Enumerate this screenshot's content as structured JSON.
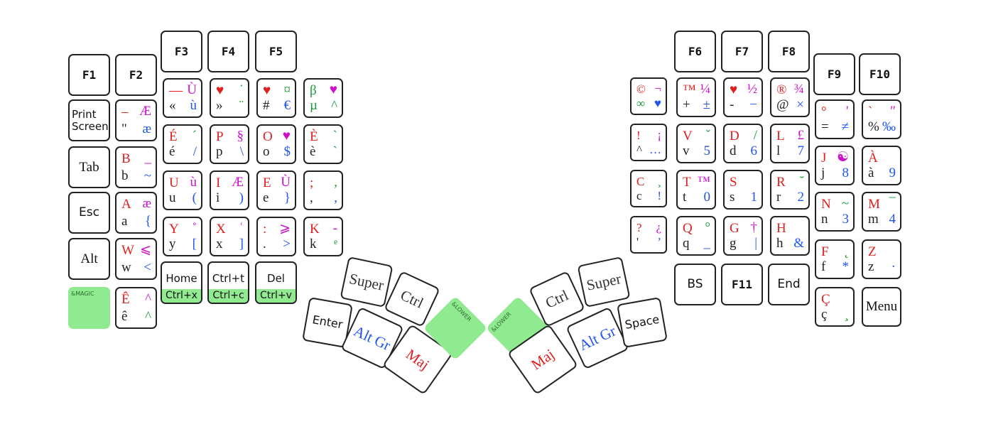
{
  "keys": [
    {
      "id": "f1",
      "kind": "label",
      "style": "mono",
      "label": "F1"
    },
    {
      "id": "f2",
      "kind": "label",
      "style": "mono",
      "label": "F2"
    },
    {
      "id": "f3",
      "kind": "label",
      "style": "mono",
      "label": "F3"
    },
    {
      "id": "f4",
      "kind": "label",
      "style": "mono",
      "label": "F4"
    },
    {
      "id": "f5",
      "kind": "label",
      "style": "mono",
      "label": "F5"
    },
    {
      "id": "print-screen",
      "kind": "label",
      "style": "sans",
      "label": "Print Screen"
    },
    {
      "id": "tab",
      "kind": "label",
      "style": "serif",
      "label": "Tab"
    },
    {
      "id": "esc",
      "kind": "label",
      "style": "sans",
      "label": "Esc"
    },
    {
      "id": "alt",
      "kind": "label",
      "style": "serif",
      "label": "Alt"
    },
    {
      "id": "magic",
      "kind": "green",
      "label": "&MAGIC"
    },
    {
      "id": "key-ae",
      "kind": "chars",
      "size": "lg",
      "tl": "–",
      "tl_c": "red",
      "tr": "Æ",
      "tr_c": "mag",
      "bl": "\"",
      "bl_c": "blk",
      "br": "æ",
      "br_c": "blu"
    },
    {
      "id": "key-b",
      "kind": "chars",
      "size": "lg",
      "tl": "B",
      "tl_c": "red",
      "tr": "_",
      "tr_c": "mag",
      "bl": "b",
      "bl_c": "blk",
      "br": "~",
      "br_c": "blu"
    },
    {
      "id": "key-a",
      "kind": "chars",
      "size": "lg",
      "tl": "A",
      "tl_c": "red",
      "tr": "æ",
      "tr_c": "mag",
      "bl": "a",
      "bl_c": "blk",
      "br": "{",
      "br_c": "blu"
    },
    {
      "id": "key-w",
      "kind": "chars",
      "size": "lg",
      "tl": "W",
      "tl_c": "red",
      "tr": "⩽",
      "tr_c": "mag",
      "bl": "w",
      "bl_c": "blk",
      "br": "<",
      "br_c": "blu"
    },
    {
      "id": "key-ecirc",
      "kind": "chars",
      "size": "lg",
      "tl": "Ê",
      "tl_c": "red",
      "tr": "^",
      "tr_c": "mag",
      "bl": "ê",
      "bl_c": "blk",
      "br": "^",
      "br_c": "grn"
    },
    {
      "id": "key-ugrave",
      "kind": "chars",
      "size": "lg",
      "tl": "—",
      "tl_c": "red",
      "tr": "Ù",
      "tr_c": "mag",
      "bl": "«",
      "bl_c": "blk",
      "br": "ù",
      "br_c": "blu"
    },
    {
      "id": "key-eacute",
      "kind": "chars",
      "size": "lg",
      "tl": "É",
      "tl_c": "red",
      "tr": "ˊ",
      "tr_c": "grn",
      "bl": "é",
      "bl_c": "blk",
      "br": "/",
      "br_c": "blu"
    },
    {
      "id": "key-u",
      "kind": "chars",
      "size": "lg",
      "tl": "U",
      "tl_c": "red",
      "tr": "ù",
      "tr_c": "mag",
      "bl": "u",
      "bl_c": "blk",
      "br": "(",
      "br_c": "blu"
    },
    {
      "id": "key-y",
      "kind": "chars",
      "size": "lg",
      "tl": "Y",
      "tl_c": "red",
      "tr": "˚",
      "tr_c": "mag",
      "bl": "y",
      "bl_c": "blk",
      "br": "[",
      "br_c": "blu"
    },
    {
      "id": "home",
      "kind": "combo",
      "top": "Home",
      "bot": "Ctrl+x"
    },
    {
      "id": "key-heart",
      "kind": "chars",
      "size": "lg",
      "tl": "♥",
      "tl_c": "red",
      "tr": "˙",
      "tr_c": "grn",
      "bl": "»",
      "bl_c": "blk",
      "br": "¨",
      "br_c": "grn"
    },
    {
      "id": "key-p",
      "kind": "chars",
      "size": "lg",
      "tl": "P",
      "tl_c": "red",
      "tr": "§",
      "tr_c": "mag",
      "bl": "p",
      "bl_c": "blk",
      "br": "\\",
      "br_c": "blu"
    },
    {
      "id": "key-i",
      "kind": "chars",
      "size": "lg",
      "tl": "I",
      "tl_c": "red",
      "tr": "Æ",
      "tr_c": "mag",
      "bl": "i",
      "bl_c": "blk",
      "br": ")",
      "br_c": "blu"
    },
    {
      "id": "key-x",
      "kind": "chars",
      "size": "lg",
      "tl": "X",
      "tl_c": "red",
      "tr": "ʿ",
      "tr_c": "mag",
      "bl": "x",
      "bl_c": "blk",
      "br": "]",
      "br_c": "blu"
    },
    {
      "id": "ctrl-t",
      "kind": "combo",
      "top": "Ctrl+t",
      "bot": "Ctrl+c"
    },
    {
      "id": "key-euro",
      "kind": "chars",
      "size": "lg",
      "tl": "♥",
      "tl_c": "red",
      "tr": "¤",
      "tr_c": "grn",
      "bl": "#",
      "bl_c": "blk",
      "br": "€",
      "br_c": "blu"
    },
    {
      "id": "key-o",
      "kind": "chars",
      "size": "lg",
      "tl": "O",
      "tl_c": "red",
      "tr": "♥",
      "tr_c": "mag",
      "bl": "o",
      "bl_c": "blk",
      "br": "$",
      "br_c": "blu"
    },
    {
      "id": "key-e",
      "kind": "chars",
      "size": "lg",
      "tl": "E",
      "tl_c": "red",
      "tr": "Ù",
      "tr_c": "mag",
      "bl": "e",
      "bl_c": "blk",
      "br": "}",
      "br_c": "blu"
    },
    {
      "id": "key-colon",
      "kind": "chars",
      "size": "lg",
      "tl": ":",
      "tl_c": "red",
      "tr": "⩾",
      "tr_c": "mag",
      "bl": ".",
      "bl_c": "blk",
      "br": ">",
      "br_c": "blu"
    },
    {
      "id": "del",
      "kind": "combo",
      "top": "Del",
      "bot": "Ctrl+v"
    },
    {
      "id": "key-beta",
      "kind": "chars",
      "size": "lg",
      "tl": "β",
      "tl_c": "grn",
      "tr": "♥",
      "tr_c": "mag",
      "bl": "µ",
      "bl_c": "grn",
      "br": "^",
      "br_c": "grn"
    },
    {
      "id": "key-egrave",
      "kind": "chars",
      "size": "lg",
      "tl": "È",
      "tl_c": "red",
      "tr": "`",
      "tr_c": "grn",
      "bl": "è",
      "bl_c": "blk",
      "br": "`",
      "br_c": "grn"
    },
    {
      "id": "key-semicolon",
      "kind": "chars",
      "size": "lg",
      "tl": ";",
      "tl_c": "red",
      "tr": ",",
      "tr_c": "grn",
      "bl": ",",
      "bl_c": "blk",
      "br": ",",
      "br_c": "blu"
    },
    {
      "id": "key-k",
      "kind": "chars",
      "size": "lg",
      "tl": "K",
      "tl_c": "red",
      "tr": "-",
      "tr_c": "mag",
      "bl": "k",
      "bl_c": "blk",
      "br": "ᵉ",
      "br_c": "grn"
    },
    {
      "id": "super-left",
      "kind": "thumb",
      "style": "serif",
      "label": "Super",
      "color": "#333333"
    },
    {
      "id": "ctrl-left",
      "kind": "thumb",
      "style": "serif",
      "label": "Ctrl",
      "color": "#333333"
    },
    {
      "id": "enter",
      "kind": "thumb",
      "style": "sans",
      "label": "Enter",
      "color": "#111111"
    },
    {
      "id": "altgr-left",
      "kind": "thumb",
      "style": "serif",
      "label": "Alt Gr",
      "color": "#2255ee"
    },
    {
      "id": "maj-left",
      "kind": "thumb",
      "style": "serif",
      "label": "Maj",
      "color": "#e02020"
    },
    {
      "id": "lower-left",
      "kind": "green",
      "label": "&LOWER"
    },
    {
      "id": "lower-right",
      "kind": "green",
      "label": "&LOWER"
    },
    {
      "id": "ctrl-right",
      "kind": "thumb",
      "style": "serif",
      "label": "Ctrl",
      "color": "#333333"
    },
    {
      "id": "super-right",
      "kind": "thumb",
      "style": "serif",
      "label": "Super",
      "color": "#333333"
    },
    {
      "id": "maj-right",
      "kind": "thumb",
      "style": "serif",
      "label": "Maj",
      "color": "#e02020"
    },
    {
      "id": "altgr-right",
      "kind": "thumb",
      "style": "serif",
      "label": "Alt Gr",
      "color": "#2255ee"
    },
    {
      "id": "space",
      "kind": "thumb",
      "style": "sans",
      "label": "Space",
      "color": "#111111"
    },
    {
      "id": "key-copyright",
      "kind": "chars",
      "size": "sm",
      "tl": "©",
      "tl_c": "red",
      "tr": "¬",
      "tr_c": "mag",
      "bl": "∞",
      "bl_c": "grn",
      "br": "♥",
      "br_c": "blu"
    },
    {
      "id": "key-excl",
      "kind": "chars",
      "size": "sm",
      "tl": "!",
      "tl_c": "red",
      "tr": "¡",
      "tr_c": "mag",
      "bl": "^",
      "bl_c": "blk",
      "br": "…",
      "br_c": "blu"
    },
    {
      "id": "key-c",
      "kind": "chars",
      "size": "sm",
      "tl": "C",
      "tl_c": "red",
      "tr": "¸",
      "tr_c": "grn",
      "bl": "c",
      "bl_c": "blk",
      "br": "!",
      "br_c": "blu"
    },
    {
      "id": "key-question",
      "kind": "chars",
      "size": "sm",
      "tl": "?",
      "tl_c": "red",
      "tr": "¿",
      "tr_c": "mag",
      "bl": "'",
      "bl_c": "blk",
      "br": "’",
      "br_c": "blu"
    },
    {
      "id": "f6",
      "kind": "label",
      "style": "mono",
      "label": "F6"
    },
    {
      "id": "key-tm",
      "kind": "chars",
      "size": "lg",
      "tl": "™",
      "tl_c": "red",
      "tr": "¼",
      "tr_c": "mag",
      "bl": "+",
      "bl_c": "blk",
      "br": "±",
      "br_c": "blu"
    },
    {
      "id": "key-v",
      "kind": "chars",
      "size": "lg",
      "tl": "V",
      "tl_c": "red",
      "tr": "ˇ",
      "tr_c": "grn",
      "bl": "v",
      "bl_c": "blk",
      "br": "5",
      "br_c": "blu"
    },
    {
      "id": "key-t",
      "kind": "chars",
      "size": "lg",
      "tl": "T",
      "tl_c": "red",
      "tr": "™",
      "tr_c": "mag",
      "bl": "t",
      "bl_c": "blk",
      "br": "0",
      "br_c": "blu"
    },
    {
      "id": "key-q",
      "kind": "chars",
      "size": "lg",
      "tl": "Q",
      "tl_c": "red",
      "tr": "°",
      "tr_c": "grn",
      "bl": "q",
      "bl_c": "blk",
      "br": "_",
      "br_c": "blu"
    },
    {
      "id": "bs",
      "kind": "label",
      "style": "sans",
      "label": "BS"
    },
    {
      "id": "f7",
      "kind": "label",
      "style": "mono",
      "label": "F7"
    },
    {
      "id": "key-half",
      "kind": "chars",
      "size": "lg",
      "tl": "♥",
      "tl_c": "red",
      "tr": "½",
      "tr_c": "mag",
      "bl": "-",
      "bl_c": "blk",
      "br": "−",
      "br_c": "blu"
    },
    {
      "id": "key-d",
      "kind": "chars",
      "size": "lg",
      "tl": "D",
      "tl_c": "red",
      "tr": "/",
      "tr_c": "grn",
      "bl": "d",
      "bl_c": "blk",
      "br": "6",
      "br_c": "blu"
    },
    {
      "id": "key-s",
      "kind": "chars",
      "size": "lg",
      "tl": "S",
      "tl_c": "red",
      "tr": "",
      "tr_c": "mag",
      "bl": "s",
      "bl_c": "blk",
      "br": "1",
      "br_c": "blu"
    },
    {
      "id": "key-g",
      "kind": "chars",
      "size": "lg",
      "tl": "G",
      "tl_c": "red",
      "tr": "†",
      "tr_c": "mag",
      "bl": "g",
      "bl_c": "blk",
      "br": "|",
      "br_c": "blu"
    },
    {
      "id": "f11",
      "kind": "label",
      "style": "mono",
      "label": "F11"
    },
    {
      "id": "f8",
      "kind": "label",
      "style": "mono",
      "label": "F8"
    },
    {
      "id": "key-registered",
      "kind": "chars",
      "size": "lg",
      "tl": "®",
      "tl_c": "red",
      "tr": "¾",
      "tr_c": "mag",
      "bl": "@",
      "bl_c": "blk",
      "br": "×",
      "br_c": "blu"
    },
    {
      "id": "key-l",
      "kind": "chars",
      "size": "lg",
      "tl": "L",
      "tl_c": "red",
      "tr": "£",
      "tr_c": "mag",
      "bl": "l",
      "bl_c": "blk",
      "br": "7",
      "br_c": "blu"
    },
    {
      "id": "key-r",
      "kind": "chars",
      "size": "lg",
      "tl": "R",
      "tl_c": "red",
      "tr": "˘",
      "tr_c": "grn",
      "bl": "r",
      "bl_c": "blk",
      "br": "2",
      "br_c": "blu"
    },
    {
      "id": "key-h",
      "kind": "chars",
      "size": "lg",
      "tl": "H",
      "tl_c": "red",
      "tr": "",
      "tr_c": "mag",
      "bl": "h",
      "bl_c": "blk",
      "br": "&",
      "br_c": "blu"
    },
    {
      "id": "end",
      "kind": "label",
      "style": "sans",
      "label": "End"
    },
    {
      "id": "f9",
      "kind": "label",
      "style": "mono",
      "label": "F9"
    },
    {
      "id": "key-ne",
      "kind": "chars",
      "size": "lg",
      "tl": "°",
      "tl_c": "red",
      "tr": "′",
      "tr_c": "mag",
      "bl": "=",
      "bl_c": "blk",
      "br": "≠",
      "br_c": "blu"
    },
    {
      "id": "key-j",
      "kind": "chars",
      "size": "lg",
      "tl": "J",
      "tl_c": "red",
      "tr": "☯",
      "tr_c": "mag",
      "bl": "j",
      "bl_c": "blk",
      "br": "8",
      "br_c": "blu"
    },
    {
      "id": "key-n",
      "kind": "chars",
      "size": "lg",
      "tl": "N",
      "tl_c": "red",
      "tr": "~",
      "tr_c": "grn",
      "bl": "n",
      "bl_c": "blk",
      "br": "3",
      "br_c": "blu"
    },
    {
      "id": "key-f",
      "kind": "chars",
      "size": "lg",
      "tl": "F",
      "tl_c": "red",
      "tr": "˛",
      "tr_c": "grn",
      "bl": "f",
      "bl_c": "blk",
      "br": "*",
      "br_c": "blu"
    },
    {
      "id": "key-ccedil",
      "kind": "chars",
      "size": "lg",
      "tl": "Ç",
      "tl_c": "red",
      "tr": "",
      "tr_c": "mag",
      "bl": "ç",
      "bl_c": "blk",
      "br": "¸",
      "br_c": "grn"
    },
    {
      "id": "f10",
      "kind": "label",
      "style": "mono",
      "label": "F10"
    },
    {
      "id": "key-percent",
      "kind": "chars",
      "size": "lg",
      "tl": "`",
      "tl_c": "red",
      "tr": "″",
      "tr_c": "mag",
      "bl": "%",
      "bl_c": "blk",
      "br": "‰",
      "br_c": "blu"
    },
    {
      "id": "key-agrave",
      "kind": "chars",
      "size": "lg",
      "tl": "À",
      "tl_c": "red",
      "tr": "",
      "tr_c": "mag",
      "bl": "à",
      "bl_c": "blk",
      "br": "9",
      "br_c": "blu"
    },
    {
      "id": "key-m",
      "kind": "chars",
      "size": "lg",
      "tl": "M",
      "tl_c": "red",
      "tr": "¯",
      "tr_c": "grn",
      "bl": "m",
      "bl_c": "blk",
      "br": "4",
      "br_c": "blu"
    },
    {
      "id": "key-z",
      "kind": "chars",
      "size": "lg",
      "tl": "Z",
      "tl_c": "red",
      "tr": "",
      "tr_c": "mag",
      "bl": "z",
      "bl_c": "blk",
      "br": "·",
      "br_c": "blu"
    },
    {
      "id": "menu",
      "kind": "label",
      "style": "serif",
      "label": "Menu"
    }
  ]
}
